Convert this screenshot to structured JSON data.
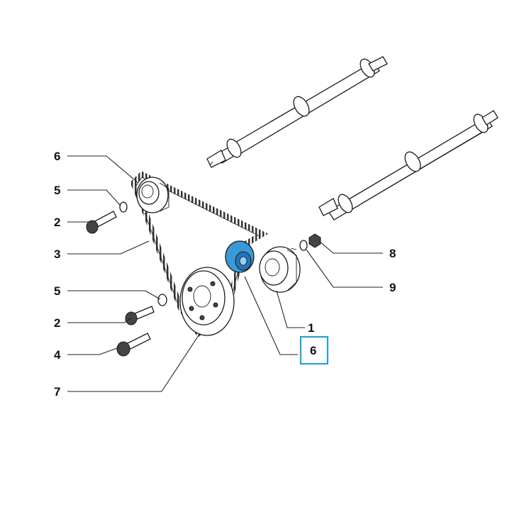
{
  "callouts": [
    {
      "id": "6",
      "text": "6"
    },
    {
      "id": "5a",
      "text": "5"
    },
    {
      "id": "2a",
      "text": "2"
    },
    {
      "id": "3",
      "text": "3"
    },
    {
      "id": "5b",
      "text": "5"
    },
    {
      "id": "2b",
      "text": "2"
    },
    {
      "id": "4",
      "text": "4"
    },
    {
      "id": "7",
      "text": "7"
    },
    {
      "id": "8",
      "text": "8"
    },
    {
      "id": "9",
      "text": "9"
    },
    {
      "id": "1",
      "text": "1"
    },
    {
      "id": "6-selected",
      "text": "6"
    }
  ],
  "highlight": {
    "color": "#2a9fd8",
    "part_color": "#3a9ad9"
  }
}
